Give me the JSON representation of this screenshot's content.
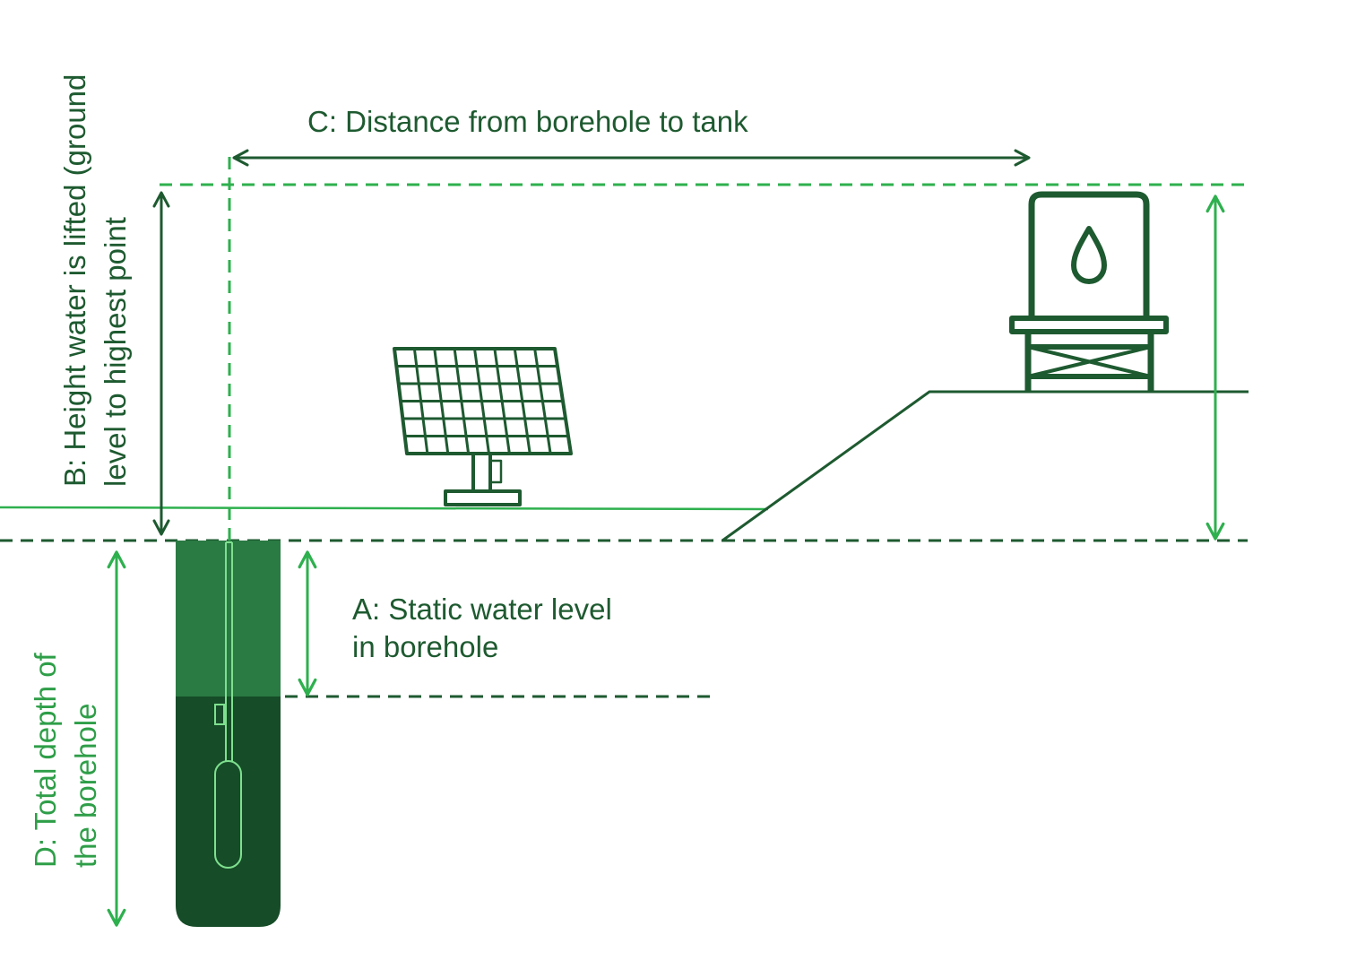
{
  "labels": {
    "c_line1": "C: Distance from borehole to tank",
    "b_line1": "B: Height water is lifted (ground",
    "b_line2": "level to highest point",
    "a_line1": "A: Static water level",
    "a_line2": "in borehole",
    "d_line1": "D: Total depth of",
    "d_line2": "the borehole"
  },
  "colors": {
    "dark_green": "#1e5a30",
    "light_green": "#2eb04e",
    "borehole_upper": "#2a7a43",
    "borehole_lower": "#164c28"
  },
  "icons": [
    "solar-panel-icon",
    "water-tank-icon",
    "water-drop-icon",
    "pump-icon"
  ]
}
